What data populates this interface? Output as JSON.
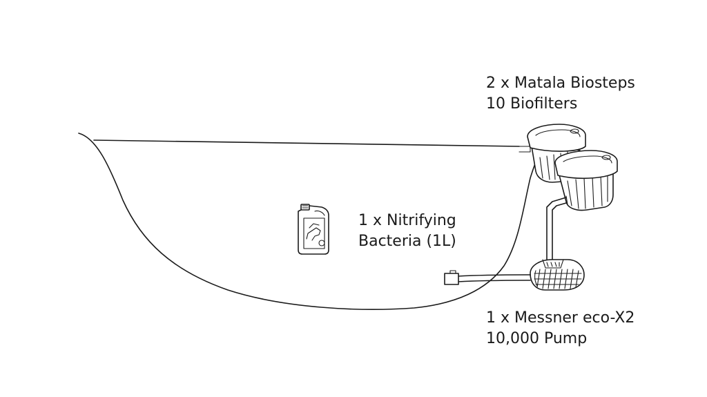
{
  "labels": {
    "biofilters": {
      "line1": "2 x Matala Biosteps",
      "line2": "10 Biofilters"
    },
    "bacteria": {
      "line1": "1 x Nitrifying",
      "line2": "Bacteria (1L)"
    },
    "pump": {
      "line1": "1 x Messner eco-X2",
      "line2": "10,000 Pump"
    }
  },
  "icons": {
    "pond": "pond-outline-icon",
    "biofilter": "biofilter-box-icon",
    "bacteria": "bacteria-jerrycan-icon",
    "pump": "pond-pump-icon"
  },
  "colors": {
    "line": "#1a1a1a",
    "background": "#ffffff"
  }
}
